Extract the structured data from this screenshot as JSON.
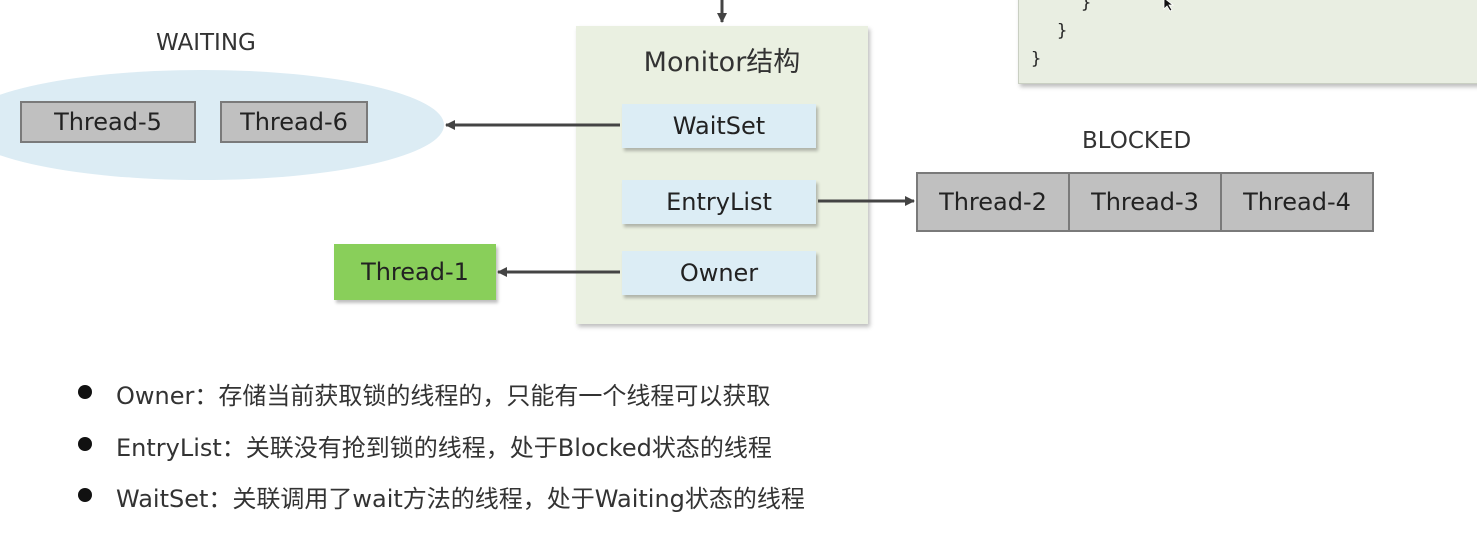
{
  "code": {
    "lines": [
      "}",
      "}",
      "}"
    ]
  },
  "monitor": {
    "title": "Monitor结构",
    "waitset": "WaitSet",
    "entrylist": "EntryList",
    "owner": "Owner"
  },
  "waiting": {
    "label": "WAITING",
    "threads": [
      "Thread-5",
      "Thread-6"
    ]
  },
  "blocked": {
    "label": "BLOCKED",
    "threads": [
      "Thread-2",
      "Thread-3",
      "Thread-4"
    ]
  },
  "owner_thread": "Thread-1",
  "bullets": [
    "Owner：存储当前获取锁的线程的，只能有一个线程可以获取",
    "EntryList：关联没有抢到锁的线程，处于Blocked状态的线程",
    "WaitSet：关联调用了wait方法的线程，处于Waiting状态的线程"
  ],
  "colors": {
    "monitor_bg": "#eaf0e1",
    "slot_bg": "#dcedf5",
    "waiting_bg": "#dcecf4",
    "thread_gray": "#c0c0c0",
    "owner_green": "#89cf5a",
    "arrow": "#444444"
  }
}
